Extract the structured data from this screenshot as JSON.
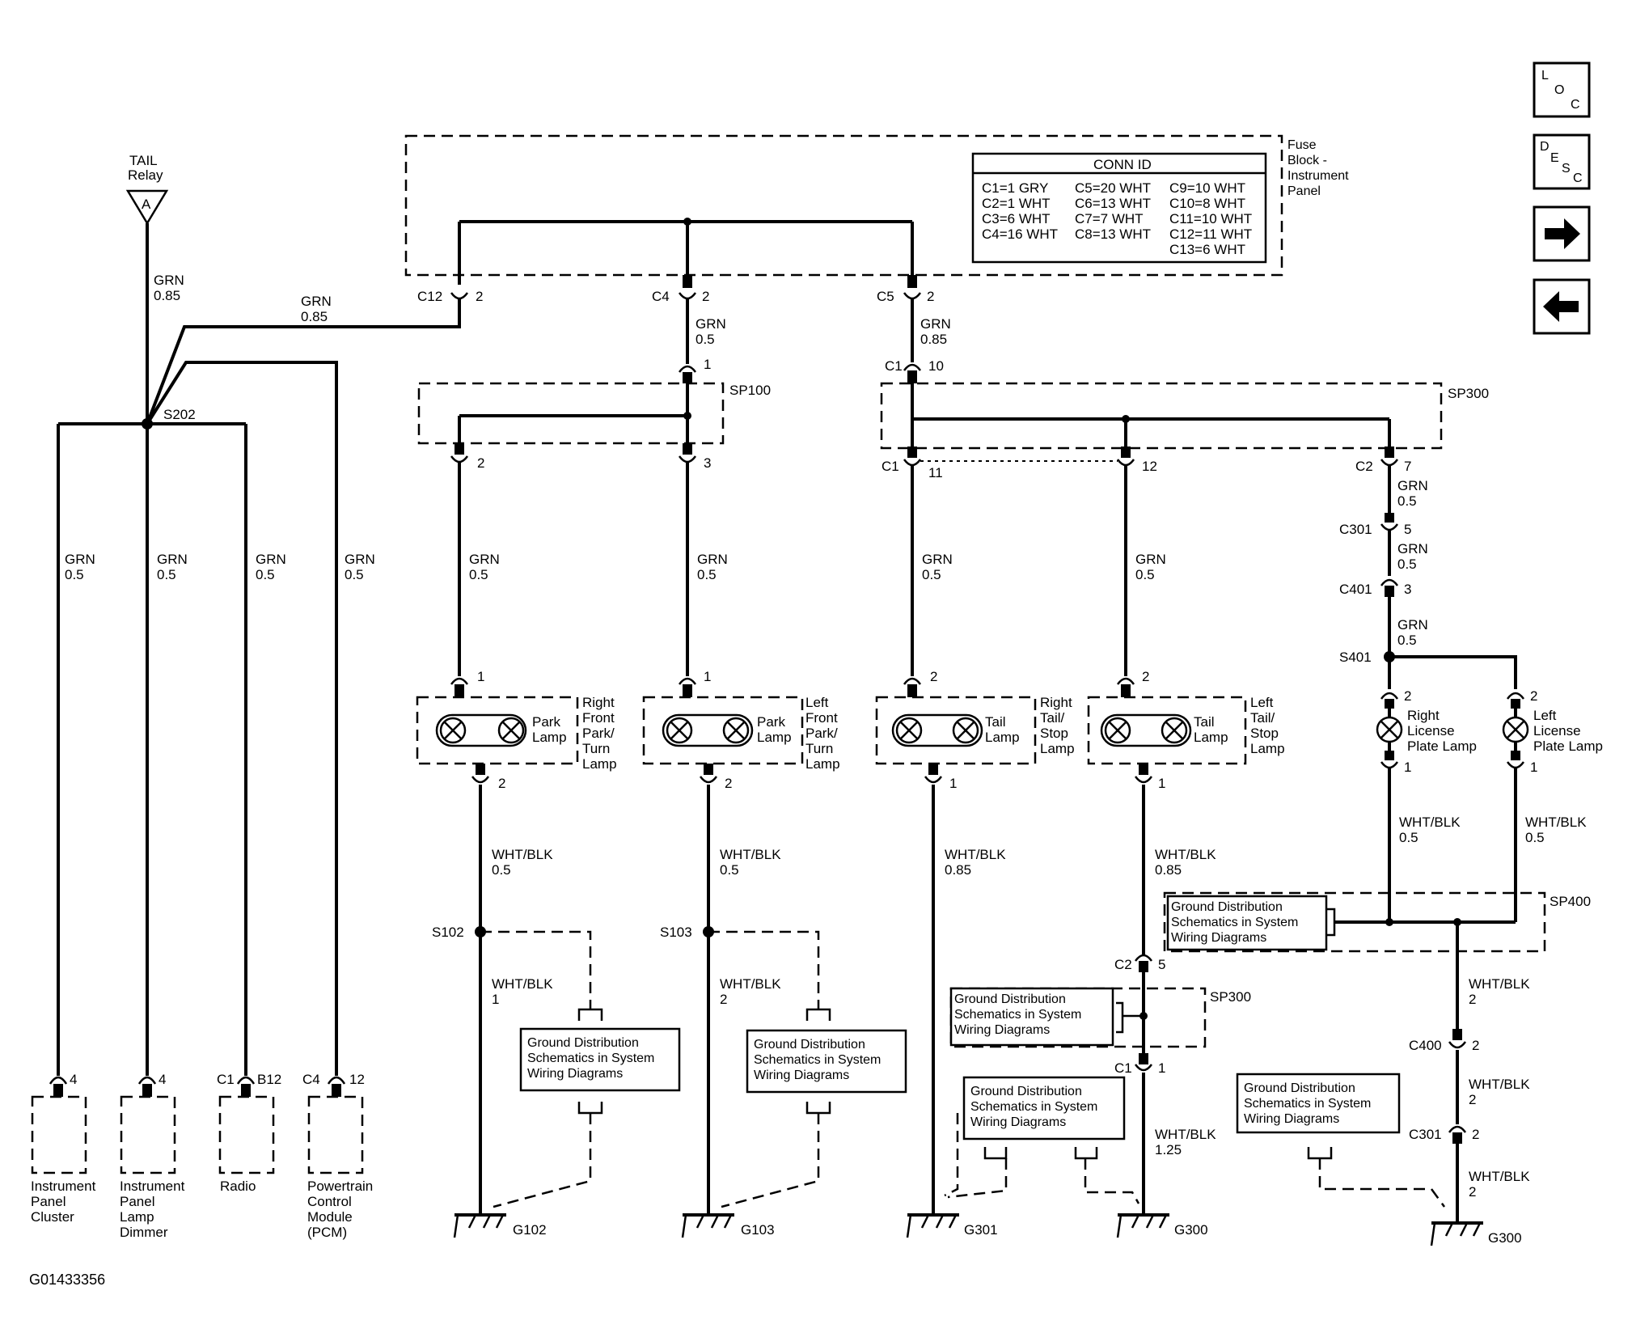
{
  "source": {
    "title": "TAIL",
    "subtitle": "Relay",
    "pin": "A"
  },
  "nav": {
    "loc": [
      "L",
      "O",
      "C"
    ],
    "desc": [
      "D",
      "E",
      "S",
      "C"
    ],
    "next_icon": "arrow-right-icon",
    "prev_icon": "arrow-left-icon"
  },
  "fuse_block": {
    "label": [
      "Fuse",
      "Block -",
      "Instrument",
      "Panel"
    ]
  },
  "conn_id": {
    "title": "CONN ID",
    "col1": [
      "C1=1 GRY",
      "C2=1 WHT",
      "C3=6 WHT",
      "C4=16 WHT"
    ],
    "col2": [
      "C5=20 WHT",
      "C6=13 WHT",
      "C7=7 WHT",
      "C8=13 WHT"
    ],
    "col3": [
      "C9=10 WHT",
      "C10=8 WHT",
      "C11=10 WHT",
      "C12=11 WHT",
      "C13=6 WHT"
    ]
  },
  "wires": {
    "grn": "GRN",
    "whtblk": "WHT/BLK",
    "g085": "0.85",
    "g05": "0.5",
    "g1": "1",
    "g2": "2",
    "g125": "1.25"
  },
  "connectors": {
    "c12": "C12",
    "c4": "C4",
    "c5": "C5",
    "c1": "C1",
    "c2": "C2",
    "c301": "C301",
    "c401": "C401",
    "c400": "C400",
    "b12": "B12",
    "p1": "1",
    "p2": "2",
    "p3": "3",
    "p4": "4",
    "p5": "5",
    "p7": "7",
    "p10": "10",
    "p11": "11",
    "p12": "12"
  },
  "splices": {
    "s202": "S202",
    "s102": "S102",
    "s103": "S103",
    "s401": "S401",
    "sp100": "SP100",
    "sp300": "SP300",
    "sp400": "SP400"
  },
  "grounds": {
    "g102": "G102",
    "g103": "G103",
    "g301": "G301",
    "g300": "G300"
  },
  "components": {
    "ipc": [
      "Instrument",
      "Panel",
      "Cluster"
    ],
    "dimmer": [
      "Instrument",
      "Panel",
      "Lamp",
      "Dimmer"
    ],
    "radio": [
      "Radio"
    ],
    "pcm": [
      "Powertrain",
      "Control",
      "Module",
      "(PCM)"
    ],
    "park_lamp": [
      "Park",
      "Lamp"
    ],
    "tail_lamp": [
      "Tail",
      "Lamp"
    ],
    "rf": [
      "Right",
      "Front",
      "Park/",
      "Turn",
      "Lamp"
    ],
    "lf": [
      "Left",
      "Front",
      "Park/",
      "Turn",
      "Lamp"
    ],
    "rt": [
      "Right",
      "Tail/",
      "Stop",
      "Lamp"
    ],
    "lt": [
      "Left",
      "Tail/",
      "Stop",
      "Lamp"
    ],
    "rlp": [
      "Right",
      "License",
      "Plate Lamp"
    ],
    "llp": [
      "Left",
      "License",
      "Plate Lamp"
    ]
  },
  "ground_ref": [
    "Ground Distribution",
    "Schematics in System",
    "Wiring Diagrams"
  ],
  "figure_id": "G01433356"
}
